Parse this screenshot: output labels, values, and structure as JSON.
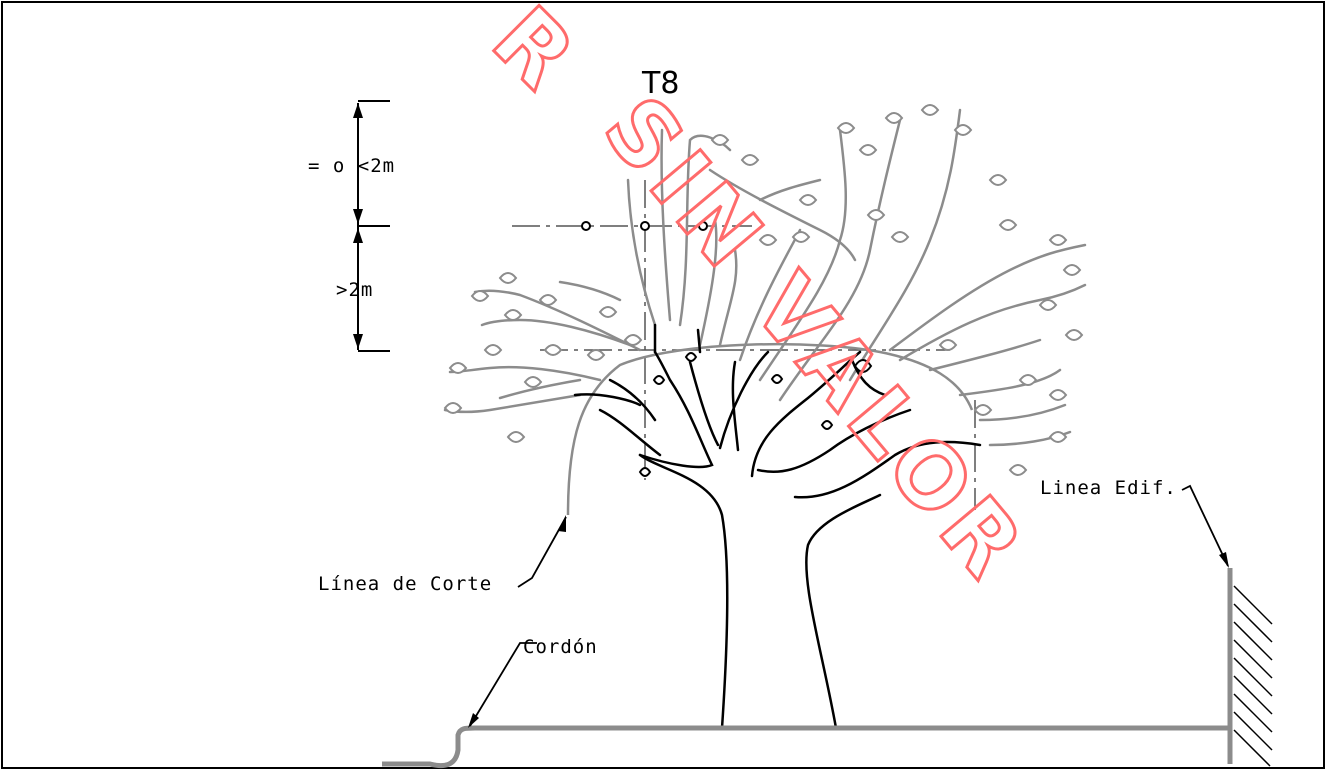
{
  "drawing": {
    "title": "T8",
    "dimensions": {
      "upper_label": "= o <2m",
      "lower_label": ">2m"
    },
    "labels": {
      "cut_line": "Línea de Corte",
      "curb": "Cordón",
      "building_line": "Linea Edif."
    },
    "watermark": {
      "top_fragment": "R",
      "text": "SIN VALOR"
    },
    "colors": {
      "ink": "#000000",
      "tree_canopy": "#8c8c8c",
      "ground": "#8c8c8c",
      "watermark": "#ff6b6b"
    }
  }
}
